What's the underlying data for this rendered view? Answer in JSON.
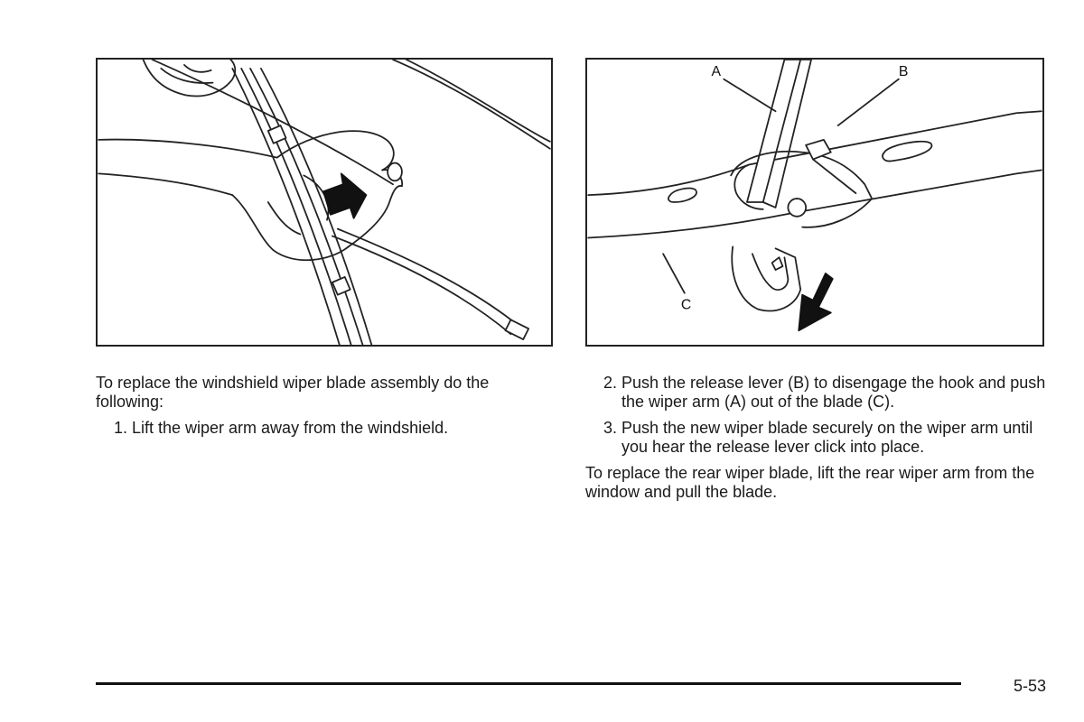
{
  "figure_right_labels": {
    "a": "A",
    "b": "B",
    "c": "C"
  },
  "left_column": {
    "intro": "To replace the windshield wiper blade assembly do the following:",
    "steps": [
      {
        "number": "1.",
        "text": "Lift the wiper arm away from the windshield."
      }
    ]
  },
  "right_column": {
    "steps": [
      {
        "number": "2.",
        "text": "Push the release lever (B) to disengage the hook and push the wiper arm (A) out of the blade (C)."
      },
      {
        "number": "3.",
        "text": "Push the new wiper blade securely on the wiper arm until you hear the release lever click into place."
      }
    ],
    "closing": "To replace the rear wiper blade, lift the rear wiper arm from the window and pull the blade."
  },
  "footer": {
    "page_number": "5-53"
  }
}
